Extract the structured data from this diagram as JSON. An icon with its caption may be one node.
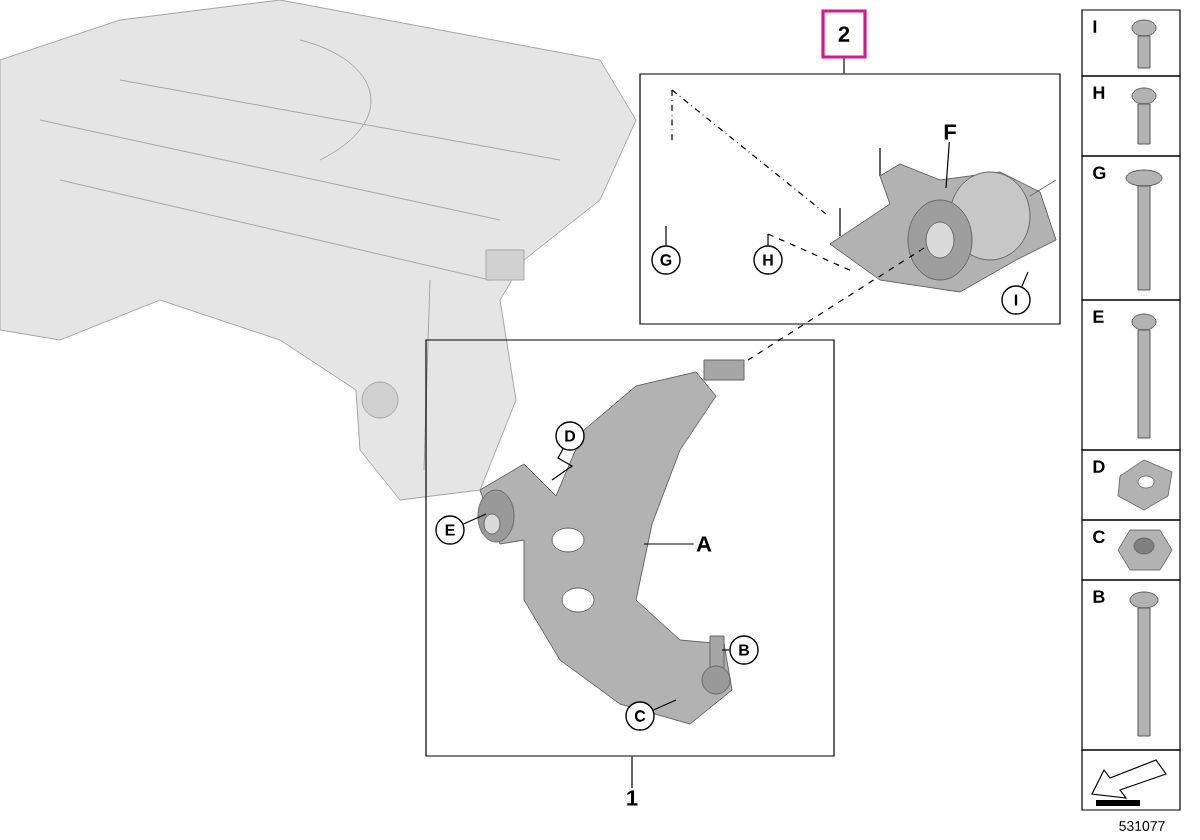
{
  "diagram": {
    "nodes": [
      {
        "text": [
          "2"
        ]
      },
      {
        "text": [],
        "shape": "box"
      },
      {
        "text": [
          "F"
        ],
        "in": 1
      },
      {
        "text": [
          "G"
        ],
        "in": 1
      },
      {
        "text": [
          "H"
        ],
        "in": 1
      },
      {
        "text": [
          "I"
        ],
        "in": 1
      },
      {
        "text": [],
        "shape": "box"
      },
      {
        "text": [
          "D"
        ],
        "in": 6
      },
      {
        "text": [
          "E"
        ],
        "in": 6
      },
      {
        "text": [
          "A"
        ],
        "in": 6
      },
      {
        "text": [
          "B"
        ],
        "in": 6
      },
      {
        "text": [
          "C"
        ],
        "in": 6
      },
      {
        "text": [
          "1"
        ]
      }
    ],
    "edges": [
      {
        "from": 0,
        "to": 1,
        "arrow": "none"
      },
      {
        "from": 12,
        "to": 6,
        "arrow": "none"
      },
      {
        "from": 2,
        "to": null,
        "arrow": "none"
      },
      {
        "from": 3,
        "to": null,
        "arrow": "none"
      },
      {
        "from": 4,
        "to": null,
        "arrow": "none"
      },
      {
        "from": 5,
        "to": null,
        "arrow": "none"
      },
      {
        "from": 7,
        "to": null,
        "arrow": "none"
      },
      {
        "from": 8,
        "to": null,
        "arrow": "none"
      },
      {
        "from": 9,
        "to": null,
        "arrow": "none"
      },
      {
        "from": 10,
        "to": null,
        "arrow": "none"
      },
      {
        "from": 11,
        "to": null,
        "arrow": "none"
      }
    ],
    "labels": [
      "I",
      "H",
      "G",
      "E",
      "D",
      "C",
      "B",
      "531077"
    ]
  }
}
